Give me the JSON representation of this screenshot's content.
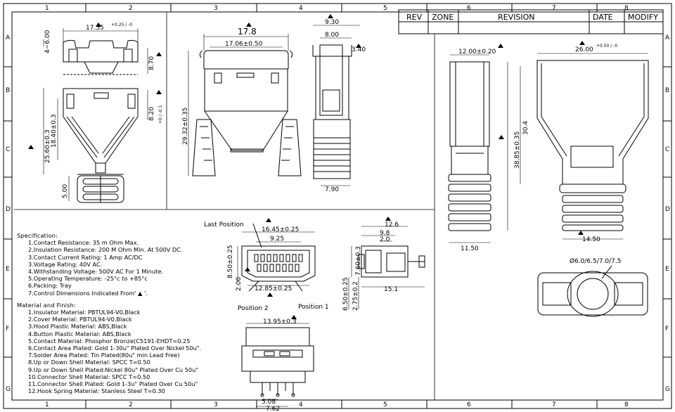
{
  "grid": {
    "columns": [
      "1",
      "2",
      "3",
      "4",
      "5",
      "6",
      "7",
      "8"
    ],
    "rows": [
      "A",
      "B",
      "C",
      "D",
      "E",
      "F",
      "G"
    ]
  },
  "title_block": {
    "headers": [
      "REV",
      "ZONE",
      "REVISION",
      "DATE",
      "MODIFY"
    ]
  },
  "dims": {
    "hood_top_width": "17.55",
    "hood_top_tol": "+0.25 / -0",
    "hood_4_6": "4~6.00",
    "hood_8_70": "8.70",
    "hood_8_20": "8.20",
    "hood_8_20_tol": "+0 / -0.1",
    "hood_25_60": "25.60±0.3",
    "hood_18_40": "18.40±0.3",
    "hood_5_00": "5.00",
    "front_17_8": "17.8",
    "front_17_06": "17.06±0.50",
    "front_29_32": "29.32±0.35",
    "side_9_30": "9.30",
    "side_8_00": "8.00",
    "side_3_40": "3.40",
    "side_7_90": "7.90",
    "boot_12_00": "12.00±0.20",
    "boot_26_00": "26.00",
    "boot_26_tol": "+0.50 / -0",
    "boot_38_85": "38.85±0.35",
    "boot_30_4": "30.4",
    "boot_11_50": "11.50",
    "boot_14_50": "14.50",
    "boot_holes": "Ø6.0/6.5/7.0/7.5",
    "last_position": "Last Position",
    "conn_16_45": "16.45±0.25",
    "conn_9_25": "9.25",
    "conn_8_50": "8.50±0.25",
    "conn_2_00": "2.00",
    "conn_12_85": "12.85±0.25",
    "position_2": "Position 2",
    "position_1": "Position 1",
    "cside_12_6": "12.6",
    "cside_9_8": "9.8",
    "cside_2_0": "2.0",
    "cside_7_60": "7.60±0.3",
    "cside_6_50": "6.50±0.25",
    "cside_2_75": "2.75±0.2",
    "cside_15_1": "15.1",
    "bottom_13_95": "13.95±0.3",
    "bottom_5_08": "5.08",
    "bottom_7_62": "7.62"
  },
  "spec": {
    "spec_title": "Specification:",
    "spec_items": [
      "1.Contact Resistance: 35 m Ohm Max.",
      "2.Insulation Resistance: 200 M Ohm Min. At 500V DC.",
      "3.Contact Current Rating: 1 Amp AC/DC",
      "3.Voltage Rating: 40V AC.",
      "4.Withstanding Voltage: 500V AC For 1 Minute.",
      "5.Operating Temperature: -25°c to +85°c",
      "6.Packing: Tray",
      "7.Control Dimensions Indicated From' ▲ '."
    ],
    "material_title": "Material and Finish:",
    "material_items": [
      "1.Insulator Material: PBTUL94-V0,Black",
      "2.Cover Material: PBTUL94-V0,Black",
      "3.Hood Plastic Material: ABS,Black",
      "4.Button Plastic Material: ABS,Black",
      "5.Contact Material: Phosphor Bronze(C5191-EHDT=0.25",
      "6.Contact Area Plated: Gold 1-30u\" Plated  Over Nickel 50u\".",
      "7.Solder Area Plated: Tin Plated(80u\" min Lead Free)",
      "8.Up or Down Shell Material: SPCC T=0.50",
      "9.Up or Down Shell Plated:Nickel 80u\" Plated  Over Cu 50u\"",
      "10.Connector Shell Material: SPCC T=0.50",
      "11.Connector Shell Plated: Gold 1-3u\" Plated  Over Cu 50u\"",
      "12.Hook Spring Material: Stanless Steel T=0.30"
    ]
  }
}
